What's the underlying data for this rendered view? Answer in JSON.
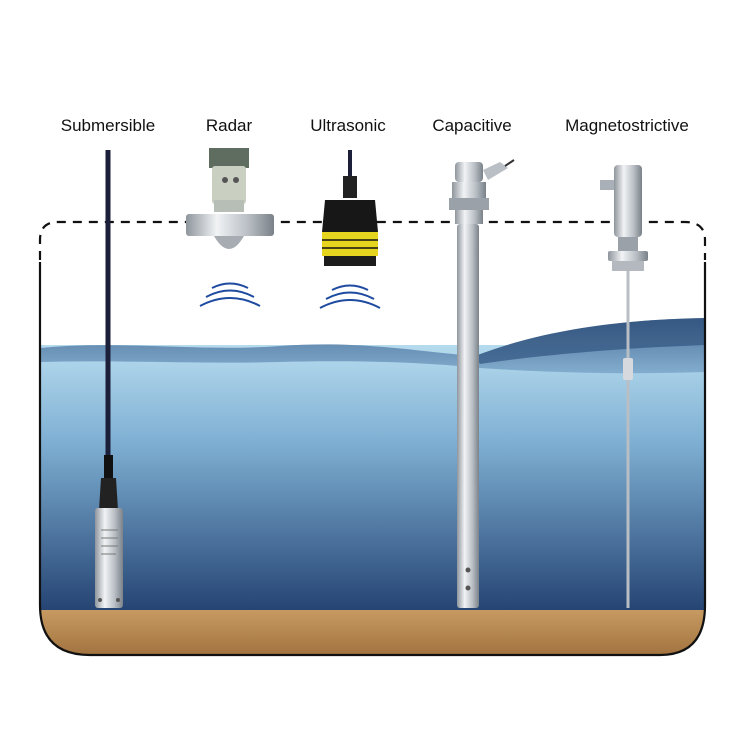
{
  "sensors": [
    {
      "id": "submersible",
      "label": "Submersible"
    },
    {
      "id": "radar",
      "label": "Radar"
    },
    {
      "id": "ultrasonic",
      "label": "Ultrasonic"
    },
    {
      "id": "capacitive",
      "label": "Capacitive"
    },
    {
      "id": "magnetostrictive",
      "label": "Magnetostrictive"
    }
  ],
  "colors": {
    "water_top": "#a9d4ea",
    "water_bottom": "#1f3c6b",
    "surface": "#2d4f7c",
    "sediment": "#b8864e",
    "wave_arcs": "#1e4aa0",
    "tank_outline": "#111111",
    "steel": "#c9ced3",
    "cable": "#1b1f3a"
  },
  "icons": [
    "sound-wave-icon",
    "sound-wave-icon"
  ]
}
